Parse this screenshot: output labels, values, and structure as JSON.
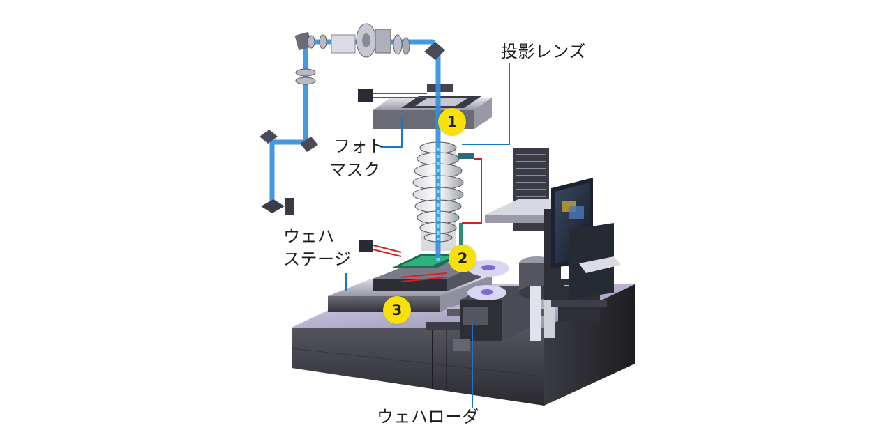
{
  "labels": {
    "projection_lens": "投影レンズ",
    "photomask_line1": "フォト",
    "photomask_line2": "マスク",
    "wafer_stage_line1": "ウェハ",
    "wafer_stage_line2": "ステージ",
    "wafer_loader": "ウェハローダ"
  },
  "markers": [
    "1",
    "2",
    "3"
  ],
  "colors": {
    "light_path": "#2f8fe0",
    "leader_line": "#1a76c9",
    "marker_fill": "#f8e10a",
    "laser": "#d42020",
    "machine_dark": "#2b2b33",
    "label_text": "#1d1d1d"
  }
}
